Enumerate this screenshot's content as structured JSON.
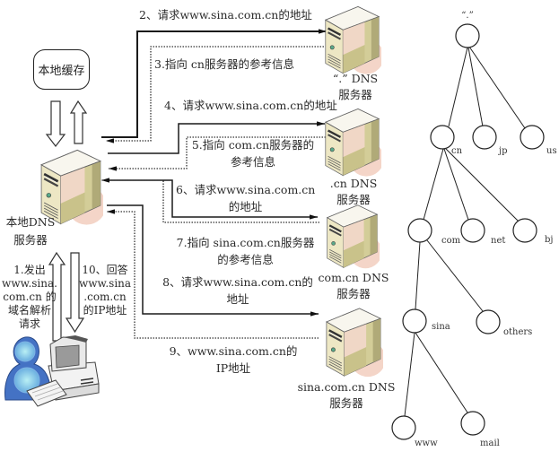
{
  "local_cache": {
    "label": "本地缓存"
  },
  "local_dns": {
    "lines": [
      "本地DNS",
      "服务器"
    ]
  },
  "client": {
    "request_lines": [
      "1.发出",
      "www.sina.",
      "com.cn 的",
      "域名解析",
      "请求"
    ],
    "answer_lines": [
      "10、回答",
      "www.sina",
      ".com.cn",
      "的IP地址"
    ]
  },
  "servers": [
    {
      "lines": [
        "“.” DNS",
        "服务器"
      ]
    },
    {
      "lines": [
        ".cn DNS",
        "服务器"
      ]
    },
    {
      "lines": [
        "com.cn DNS",
        "服务器"
      ]
    },
    {
      "lines": [
        "sina.com.cn DNS",
        "服务器"
      ]
    }
  ],
  "messages": [
    {
      "step": 2,
      "style": "solid",
      "lines": [
        "2、请求www.sina.com.cn的地址"
      ]
    },
    {
      "step": 3,
      "style": "dotted",
      "lines": [
        "3.指向 cn服务器的参考信息"
      ]
    },
    {
      "step": 4,
      "style": "solid",
      "lines": [
        "4、请求www.sina.com.cn的地址"
      ]
    },
    {
      "step": 5,
      "style": "dotted",
      "lines": [
        "5.指向 com.cn服务器的",
        "参考信息"
      ]
    },
    {
      "step": 6,
      "style": "solid",
      "lines": [
        "6、请求www.sina.com.cn",
        "的地址"
      ]
    },
    {
      "step": 7,
      "style": "dotted",
      "lines": [
        "7.指向 sina.com.cn服务器",
        "的参考信息"
      ]
    },
    {
      "step": 8,
      "style": "solid",
      "lines": [
        "8、请求www.sina.com.cn的",
        "地址"
      ]
    },
    {
      "step": 9,
      "style": "dotted",
      "lines": [
        "9、www.sina.com.cn的",
        "IP地址"
      ]
    }
  ],
  "tree": {
    "nodes": [
      {
        "label": "“.”",
        "parent": null
      },
      {
        "label": "cn",
        "parent": "“.”"
      },
      {
        "label": "jp",
        "parent": "“.”"
      },
      {
        "label": "us",
        "parent": "“.”"
      },
      {
        "label": "com",
        "parent": "cn"
      },
      {
        "label": "net",
        "parent": "cn"
      },
      {
        "label": "bj",
        "parent": "cn"
      },
      {
        "label": "sina",
        "parent": "com"
      },
      {
        "label": "others",
        "parent": "com"
      },
      {
        "label": "www",
        "parent": "sina"
      },
      {
        "label": "mail",
        "parent": "sina"
      }
    ]
  },
  "colors": {
    "line": "#1a1a1a",
    "server_shadow": "#f4d5c8",
    "server_front": "#ede7c4",
    "server_side": "#d3cd98",
    "user_blue": "#4472c4"
  }
}
